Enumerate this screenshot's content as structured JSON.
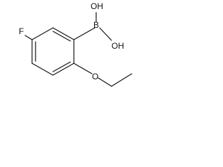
{
  "molecule": {
    "atoms": {
      "hydroxyl_top": "OH",
      "hydroxyl_right": "OH",
      "boron": "B",
      "fluorine": "F",
      "oxygen": "O"
    },
    "colors": {
      "ink": "#111111",
      "background": "#ffffff"
    }
  }
}
